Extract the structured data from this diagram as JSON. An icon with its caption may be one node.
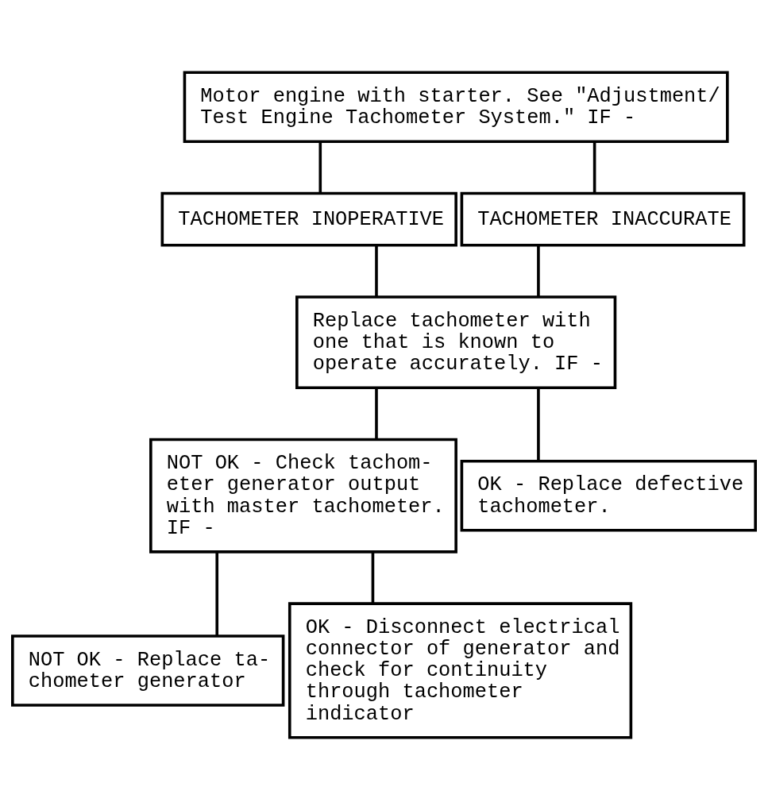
{
  "diagram": {
    "nodes": [
      {
        "text": [
          "Motor engine with starter. See \"Adjustment/ Test Engine Tachometer System.\" IF -"
        ]
      },
      {
        "text": [
          "TACHOMETER INOPERATIVE"
        ]
      },
      {
        "text": [
          "TACHOMETER INACCURATE"
        ]
      },
      {
        "text": [
          "Replace tachometer with one that is known to operate accurately. IF -"
        ]
      },
      {
        "text": [
          "NOT OK - Check tachom- eter generator output with master tachometer. IF -"
        ]
      },
      {
        "text": [
          "OK - Replace defective tachometer."
        ]
      },
      {
        "text": [
          "NOT OK - Replace ta- chometer generator"
        ]
      },
      {
        "text": [
          "OK - Disconnect electrical connector of generator and check for continuity through tachometer indicator"
        ]
      }
    ],
    "edges": [
      {
        "from": 0,
        "to": 1,
        "arrow": "none"
      },
      {
        "from": 0,
        "to": 2,
        "arrow": "none"
      },
      {
        "from": 1,
        "to": 3,
        "arrow": "none"
      },
      {
        "from": 2,
        "to": 3,
        "arrow": "none"
      },
      {
        "from": 3,
        "to": 4,
        "arrow": "none"
      },
      {
        "from": 3,
        "to": 5,
        "arrow": "none"
      },
      {
        "from": 4,
        "to": 6,
        "arrow": "none"
      },
      {
        "from": 4,
        "to": 7,
        "arrow": "none"
      }
    ]
  }
}
